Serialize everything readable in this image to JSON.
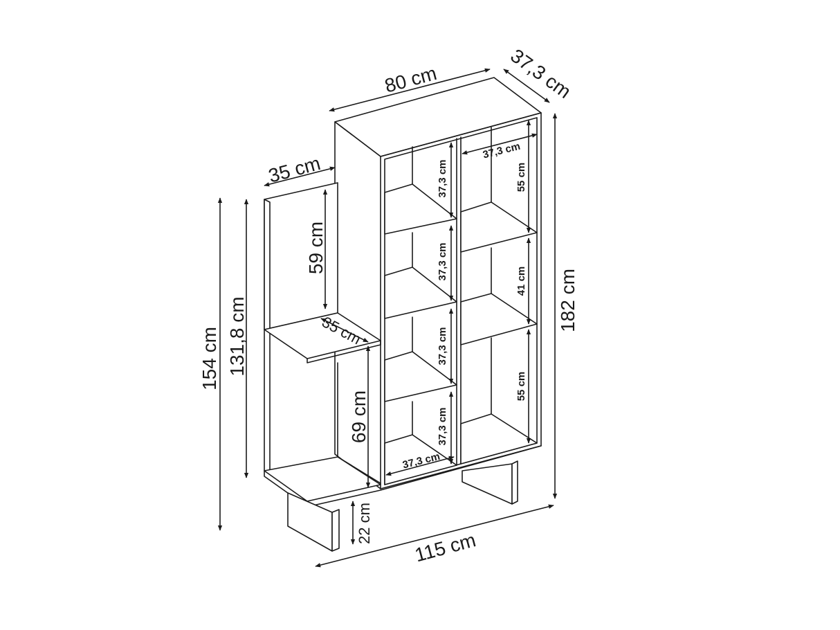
{
  "diagram": {
    "colors": {
      "line": "#1a1a1a",
      "background": "#ffffff"
    },
    "dimensions": {
      "top_width": "80 cm",
      "top_depth": "37,3 cm",
      "side_depth": "35 cm",
      "side_upper_height": "59 cm",
      "side_shelf_depth": "35 cm",
      "side_lower_height": "69 cm",
      "total_height_left": "154 cm",
      "side_unit_height": "131,8 cm",
      "total_height_right": "182 cm",
      "leg_height": "22 cm",
      "total_width": "115 cm",
      "left_col_cell_1": "37,3 cm",
      "left_col_cell_2": "37,3 cm",
      "left_col_cell_3": "37,3 cm",
      "left_col_cell_4": "37,3 cm",
      "left_col_width": "37,3 cm",
      "right_col_width": "37,3 cm",
      "right_col_upper": "55 cm",
      "right_col_middle": "41 cm",
      "right_col_lower": "55 cm"
    }
  }
}
